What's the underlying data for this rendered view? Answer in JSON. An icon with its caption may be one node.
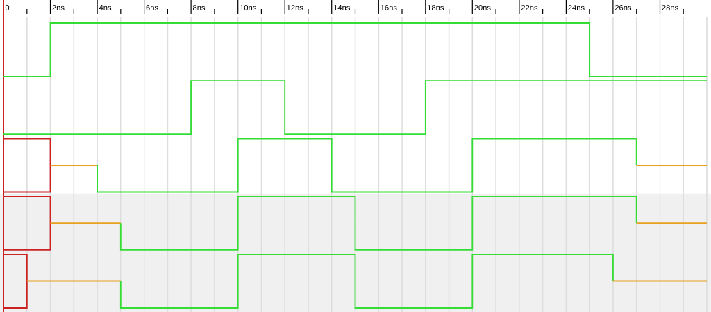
{
  "diagram": {
    "labels": [
      "0",
      "2ns",
      "4ns",
      "6ns",
      "8ns",
      "10ns",
      "12ns",
      "14ns",
      "16ns",
      "18ns",
      "20ns",
      "22ns",
      "24ns",
      "26ns",
      "28ns"
    ]
  }
}
